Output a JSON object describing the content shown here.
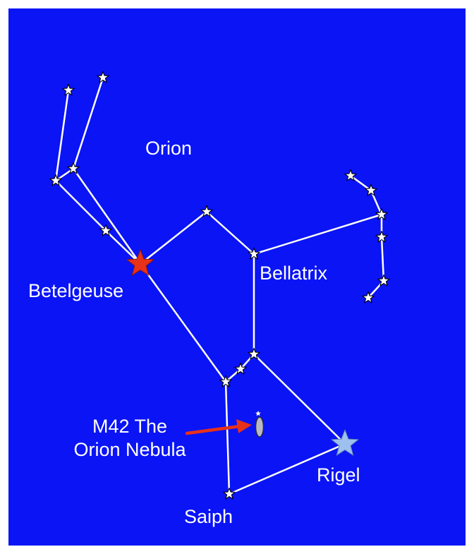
{
  "diagram": {
    "colors": {
      "background": "#0a14f5",
      "lines": "#ffffff",
      "stars": "#ffffff",
      "betelgeuse": "#e8311a",
      "rigel": "#9ec0ee",
      "arrow": "#e8311a",
      "nebula": "#b8b8c8"
    },
    "labels": {
      "constellation": "Orion",
      "betelgeuse": "Betelgeuse",
      "bellatrix": "Bellatrix",
      "nebula_line1": "M42 The",
      "nebula_line2": "Orion Nebula",
      "rigel": "Rigel",
      "saiph": "Saiph"
    }
  }
}
